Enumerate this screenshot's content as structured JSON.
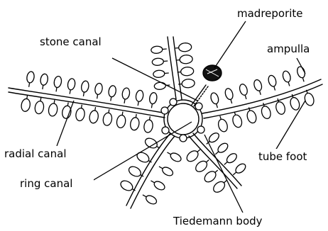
{
  "diagram": {
    "labels": {
      "madreporite": "madreporite",
      "stone_canal": "stone canal",
      "ampulla": "ampulla",
      "radial_canal": "radial canal",
      "tube_foot": "tube foot",
      "ring_canal": "ring canal",
      "tiedemann_body": "Tiedemann body"
    }
  }
}
